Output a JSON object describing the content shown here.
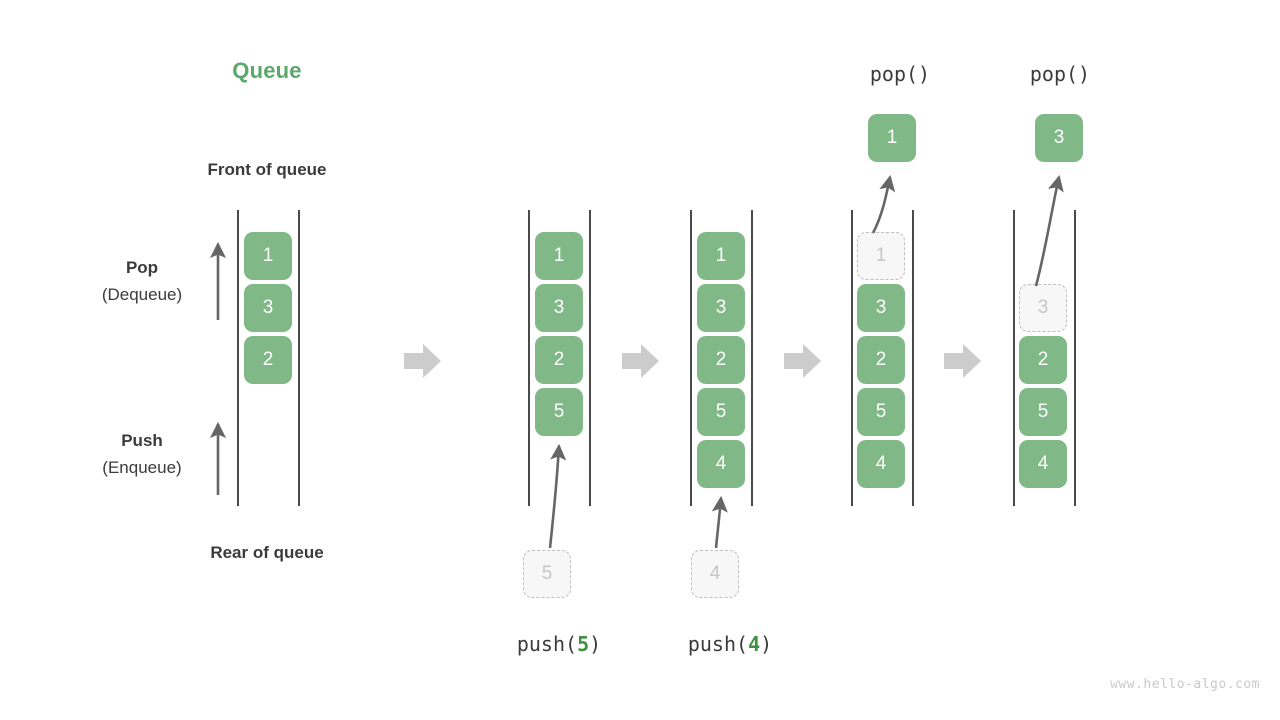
{
  "diagram": {
    "title": "Queue",
    "front_label": "Front of queue",
    "rear_label": "Rear of queue",
    "watermark": "www.hello-algo.com",
    "colors": {
      "element_green": "#80b987",
      "title_green": "#5aa86a",
      "arg_green": "#3f9142",
      "ghost_fill": "#f7f7f7",
      "ghost_border": "#bfbfbf",
      "ghost_text": "#c6c6c6",
      "rail": "#4a4a4a",
      "motion_arrow": "#666666",
      "flow_arrow": "#cccccc",
      "text_dark": "#3b3b3b",
      "watermark_gray": "#c9c9c9"
    }
  },
  "side_labels": {
    "pop": {
      "main": "Pop",
      "sub": "(Dequeue)"
    },
    "push": {
      "main": "Push",
      "sub": "(Enqueue)"
    }
  },
  "stages": [
    {
      "id": "initial",
      "caption": "",
      "top_caption": "",
      "elements": [
        "1",
        "3",
        "2"
      ],
      "ghost": null,
      "emitted": null
    },
    {
      "id": "push-5",
      "caption_prefix": "push(",
      "caption_arg": "5",
      "caption_suffix": ")",
      "top_caption": "",
      "elements": [
        "1",
        "3",
        "2",
        "5"
      ],
      "ghost": "5",
      "emitted": null
    },
    {
      "id": "push-4",
      "caption_prefix": "push(",
      "caption_arg": "4",
      "caption_suffix": ")",
      "top_caption": "",
      "elements": [
        "1",
        "3",
        "2",
        "5",
        "4"
      ],
      "ghost": "4",
      "emitted": null
    },
    {
      "id": "pop-1",
      "caption_prefix": "",
      "caption_arg": "",
      "caption_suffix": "",
      "top_caption": "pop()",
      "elements": [
        "3",
        "2",
        "5",
        "4"
      ],
      "ghost": "1",
      "emitted": "1"
    },
    {
      "id": "pop-3",
      "caption_prefix": "",
      "caption_arg": "",
      "caption_suffix": "",
      "top_caption": "pop()",
      "elements": [
        "2",
        "5",
        "4"
      ],
      "ghost": "3",
      "emitted": "3"
    }
  ]
}
